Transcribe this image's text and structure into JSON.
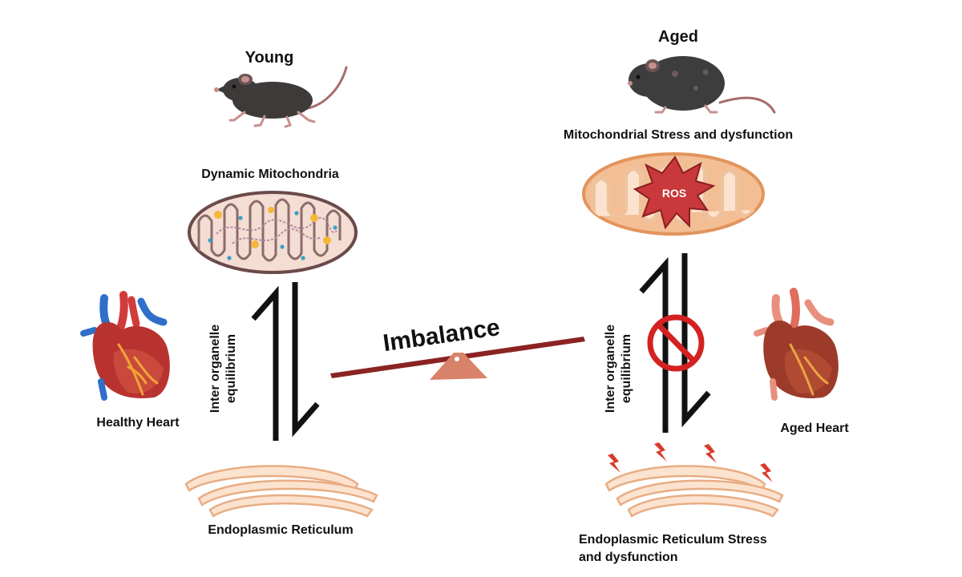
{
  "young": {
    "title": "Young",
    "mito_label": "Dynamic Mitochondria",
    "heart_label": "Healthy Heart",
    "equilibrium_line1": "Inter organelle",
    "equilibrium_line2": "equilibrium",
    "er_label": "Endoplasmic Reticulum"
  },
  "aged": {
    "title": "Aged",
    "mito_label": "Mitochondrial Stress and dysfunction",
    "ros_label": "ROS",
    "heart_label": "Aged Heart",
    "equilibrium_line1": "Inter organelle",
    "equilibrium_line2": "equilibrium",
    "er_label_line1": "Endoplasmic Reticulum Stress",
    "er_label_line2": "and dysfunction"
  },
  "balance": {
    "label": "Imbalance"
  },
  "icons": [
    "mouse-icon",
    "mitochondrion-icon",
    "heart-icon",
    "endoplasmic-reticulum-icon",
    "equilibrium-arrows-icon",
    "prohibition-icon",
    "lightning-icon",
    "seesaw-icon",
    "ros-burst-icon"
  ],
  "colors": {
    "seesaw_bar": "#8b2323",
    "fulcrum": "#d9826a",
    "prohibition": "#d42121",
    "lightning": "#d93a2b",
    "ros_burst": "#c9383a",
    "er_fill": "#fbe3cf",
    "er_stroke": "#e8ad84"
  }
}
